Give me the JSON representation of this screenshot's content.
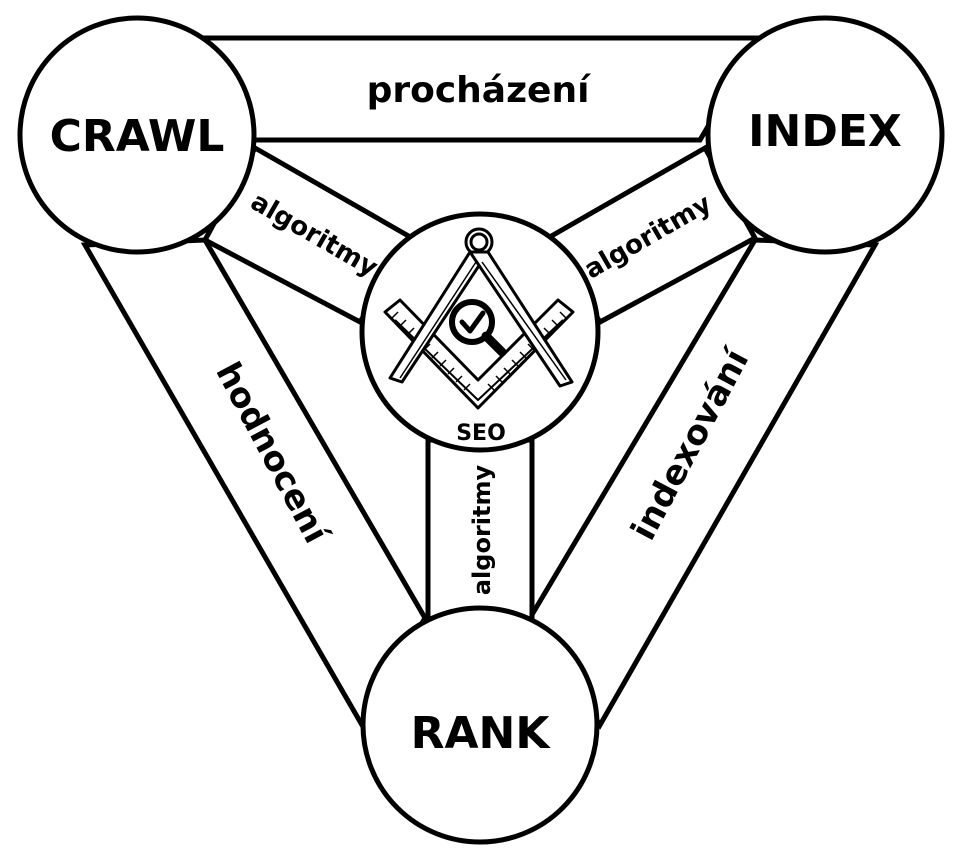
{
  "nodes": {
    "crawl": "CRAWL",
    "index": "INDEX",
    "rank": "RANK"
  },
  "center": {
    "label": "SEO",
    "emblem_icon": "compass-square-magnifier-check-icon"
  },
  "edges": {
    "crawl_index": "procházení",
    "index_rank": "indexování",
    "rank_crawl": "hodnocení",
    "crawl_center": "algoritmy",
    "index_center": "algoritmy",
    "rank_center": "algoritmy"
  },
  "colors": {
    "stroke": "#000000",
    "fill": "#ffffff"
  }
}
